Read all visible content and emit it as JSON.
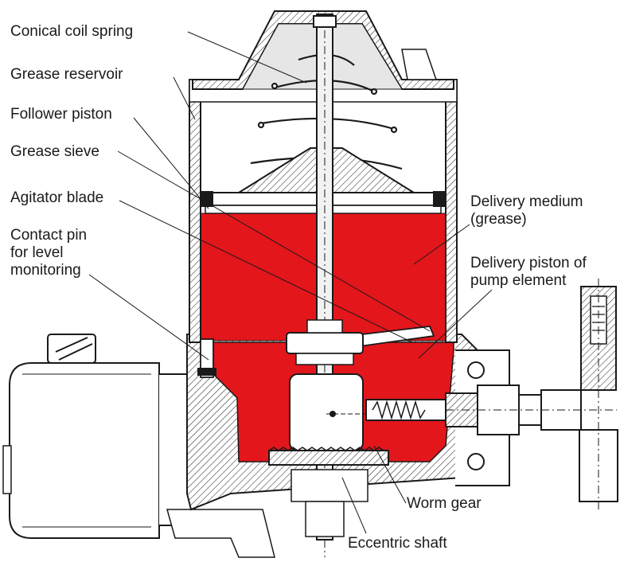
{
  "labels": {
    "conical_coil_spring": "Conical coil spring",
    "grease_reservoir": "Grease reservoir",
    "follower_piston": "Follower piston",
    "grease_sieve": "Grease sieve",
    "agitator_blade": "Agitator blade",
    "contact_pin": "Contact pin\nfor level\nmonitoring",
    "delivery_medium": "Delivery medium\n(grease)",
    "delivery_piston": "Delivery piston of\npump element",
    "worm_gear": "Worm gear",
    "eccentric_shaft": "Eccentric shaft"
  },
  "colors": {
    "grease": "#e3161b",
    "outline": "#1a1a1a",
    "metal": "#d9d9d9",
    "light": "#f2f2f2"
  }
}
